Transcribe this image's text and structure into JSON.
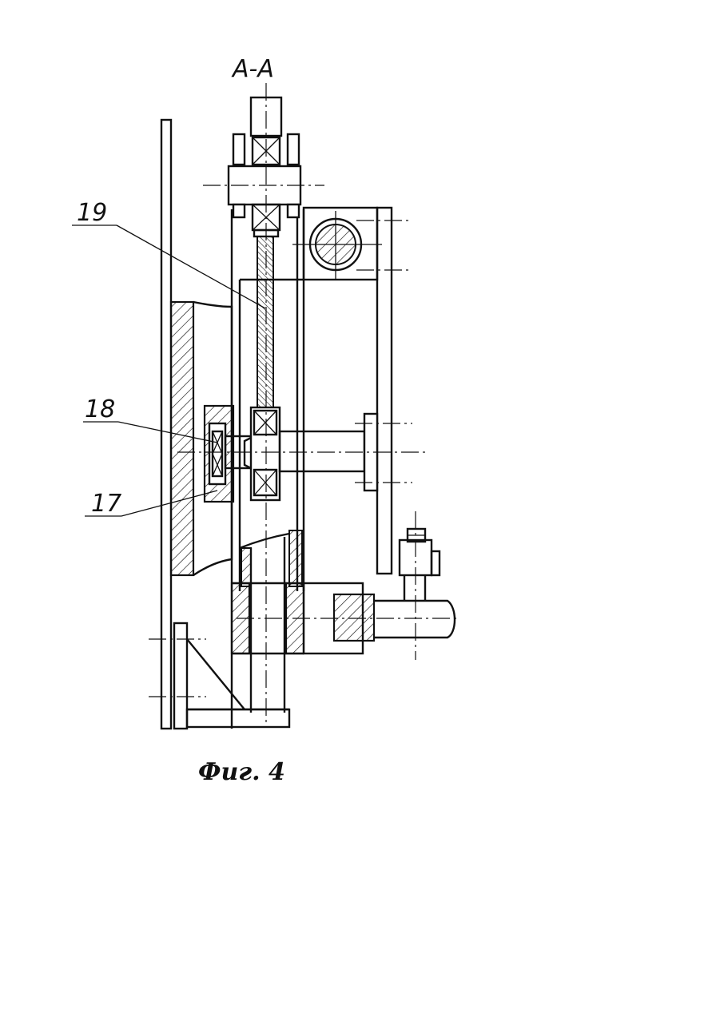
{
  "section_label": "А-А",
  "callouts": {
    "part_19": "19",
    "part_18": "18",
    "part_17": "17"
  },
  "figure_caption": "Фиг. 4",
  "colors": {
    "ink": "#111111",
    "paper": "#ffffff"
  }
}
